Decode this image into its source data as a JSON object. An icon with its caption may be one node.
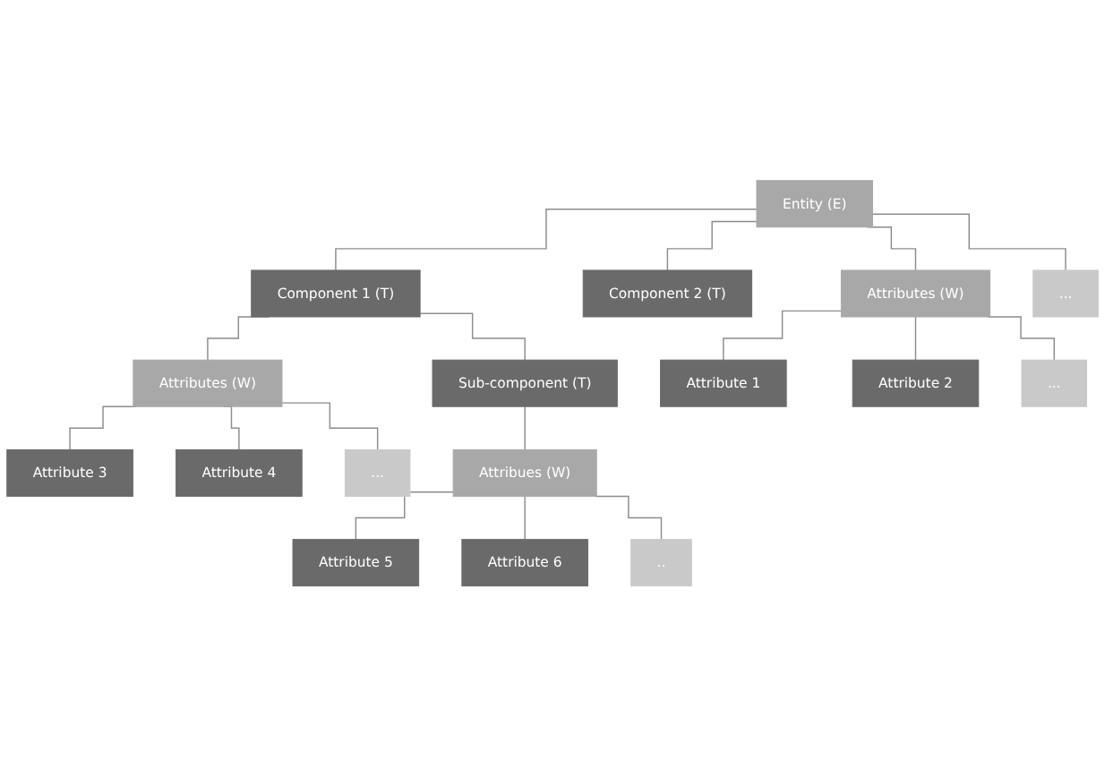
{
  "diagram": {
    "nodes": [
      {
        "text": [
          "Entity (E)"
        ]
      },
      {
        "text": [
          "Component 1 (T)"
        ]
      },
      {
        "text": [
          "Component 2 (T)"
        ]
      },
      {
        "text": [
          "Attributes (W)"
        ]
      },
      {
        "text": [
          "..."
        ]
      },
      {
        "text": [
          "Attributes (W)"
        ]
      },
      {
        "text": [
          "Sub-component (T)"
        ]
      },
      {
        "text": [
          "Attribute 1"
        ]
      },
      {
        "text": [
          "Attribute 3"
        ]
      },
      {
        "text": [
          "Attribues (W)"
        ]
      },
      {
        "text": [
          "Attribute 2"
        ]
      },
      {
        "text": [
          "Attribute 4"
        ]
      },
      {
        "text": [
          "Attribute 5"
        ]
      },
      {
        "text": [
          "..."
        ]
      },
      {
        "text": [
          "..."
        ]
      },
      {
        "text": [
          "Attribute 6"
        ]
      },
      {
        "text": [
          ".."
        ]
      }
    ],
    "edges": [
      {
        "from": 0,
        "to": 1,
        "arrow": "none"
      },
      {
        "from": 0,
        "to": 2,
        "arrow": "none"
      },
      {
        "from": 0,
        "to": 3,
        "arrow": "none"
      },
      {
        "from": 0,
        "to": 4,
        "arrow": "none"
      },
      {
        "from": 1,
        "to": 5,
        "arrow": "none"
      },
      {
        "from": 1,
        "to": 6,
        "arrow": "none"
      },
      {
        "from": 3,
        "to": 7,
        "arrow": "none"
      },
      {
        "from": 3,
        "to": 10,
        "arrow": "none"
      },
      {
        "from": 3,
        "to": 14,
        "arrow": "none"
      },
      {
        "from": 5,
        "to": 8,
        "arrow": "none"
      },
      {
        "from": 5,
        "to": 11,
        "arrow": "none"
      },
      {
        "from": 5,
        "to": 13,
        "arrow": "none"
      },
      {
        "from": 6,
        "to": 9,
        "arrow": "none"
      },
      {
        "from": 9,
        "to": 12,
        "arrow": "none"
      },
      {
        "from": 9,
        "to": 15,
        "arrow": "none"
      },
      {
        "from": 9,
        "to": 16,
        "arrow": "none"
      }
    ]
  }
}
